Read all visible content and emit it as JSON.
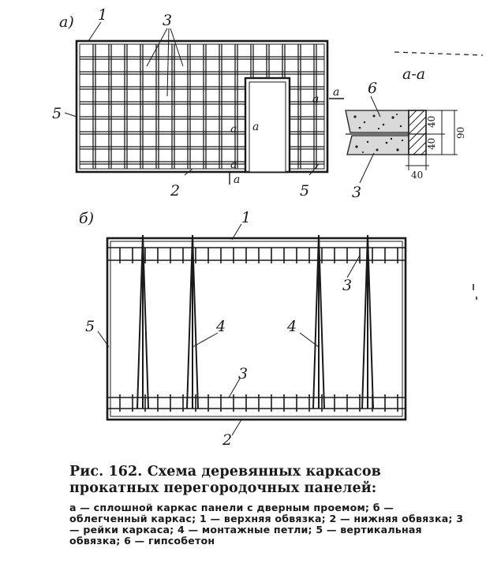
{
  "figure": {
    "part_a_label": "а)",
    "part_b_label": "б)",
    "section_label": "а-а",
    "markers": {
      "n1": "1",
      "n2": "2",
      "n3": "3",
      "n4": "4",
      "n5": "5",
      "n6": "6",
      "a": "а"
    },
    "dimensions": {
      "d40_top": "40",
      "d40_bottom": "40",
      "d90": "90",
      "d40_width": "40"
    }
  },
  "caption": {
    "title": "Рис. 162. Схема деревянных каркасов прокатных перегородочных панелей:",
    "legend": "а — сплошной каркас панели с дверным проемом; б — облегченный каркас; 1 — верхняя обвязка; 2 — нижняя обвязка; 3 — рейки каркаса; 4 — монтажные петли; 5 — вертикальная обвязка; 6 — гипсобетон"
  }
}
